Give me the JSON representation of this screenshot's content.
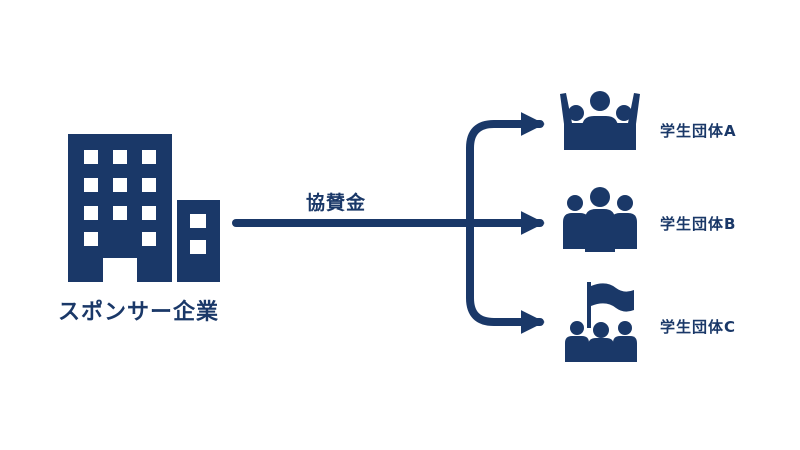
{
  "colors": {
    "primary": "#1a3868",
    "background": "#ffffff"
  },
  "source": {
    "label": "スポンサー企業",
    "icon": "office-building-icon"
  },
  "flow": {
    "label": "協賛金"
  },
  "targets": [
    {
      "label": "学生団体A",
      "icon": "cheering-group-icon"
    },
    {
      "label": "学生団体B",
      "icon": "people-group-icon"
    },
    {
      "label": "学生団体C",
      "icon": "group-with-flag-icon"
    }
  ]
}
